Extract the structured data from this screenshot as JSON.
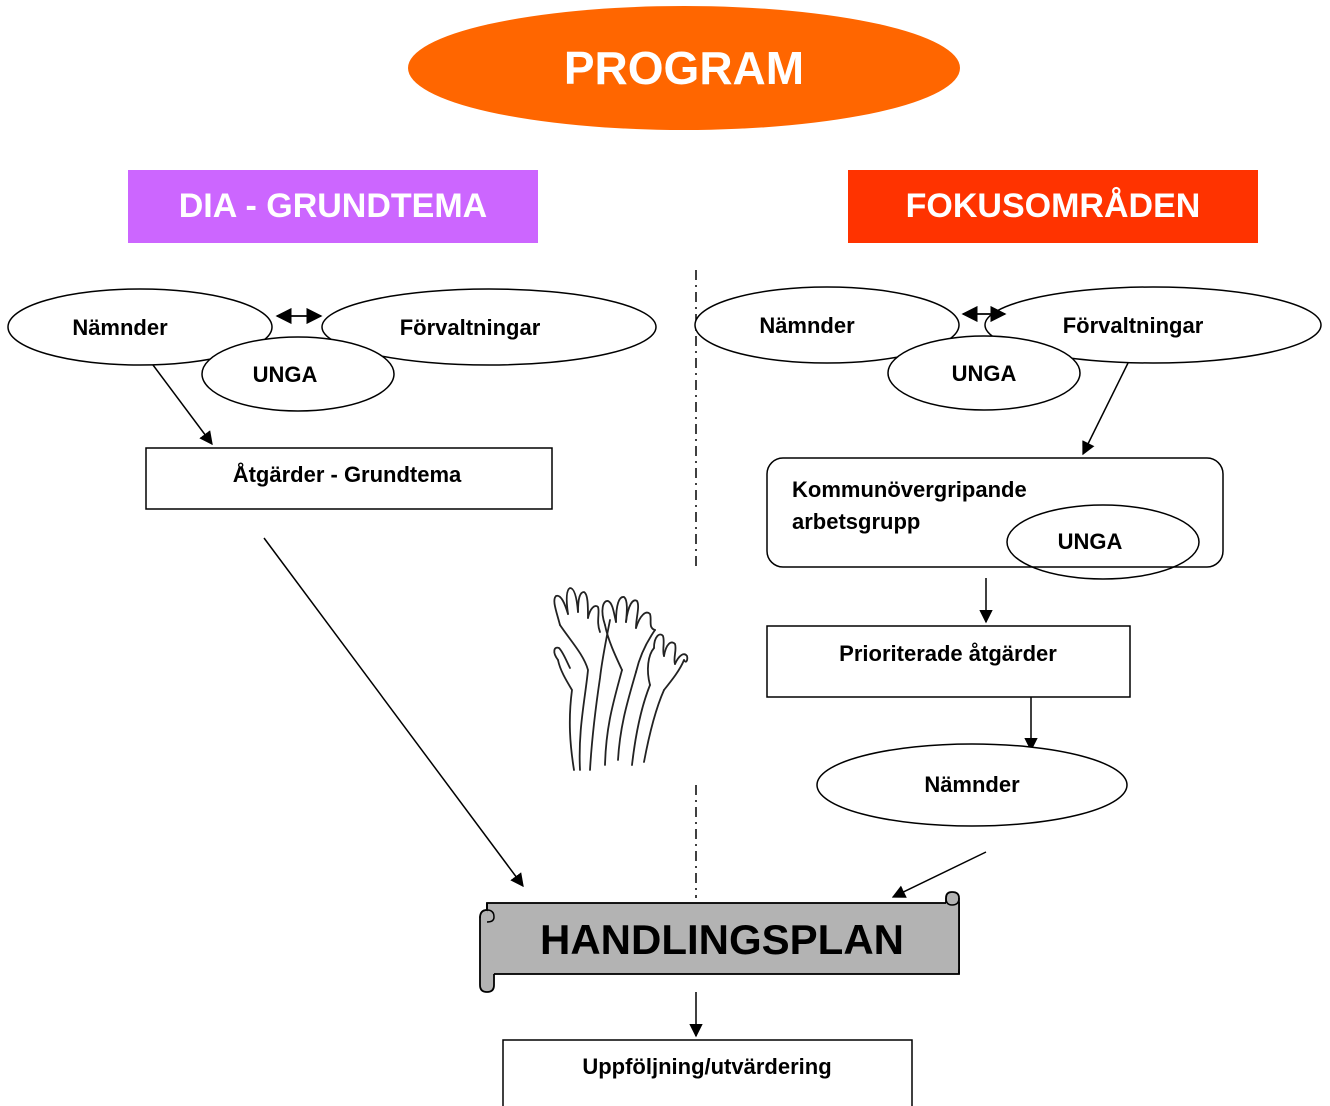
{
  "title": "PROGRAM",
  "colors": {
    "title_bg": "#ff6600",
    "left_header_bg": "#cc66ff",
    "right_header_bg": "#ff3300",
    "plan_bg": "#b3b3b3",
    "line": "#000000"
  },
  "left": {
    "header": "DIA - GRUNDTEMA",
    "namnder": "Nämnder",
    "forvaltningar": "Förvaltningar",
    "unga": "UNGA",
    "atgarder": "Åtgärder - Grundtema"
  },
  "right": {
    "header": "FOKUSOMRÅDEN",
    "namnder": "Nämnder",
    "forvaltningar": "Förvaltningar",
    "unga": "UNGA",
    "workgroup_line1": "Kommunövergripande",
    "workgroup_line2": "arbetsgrupp",
    "workgroup_unga": "UNGA",
    "prioriterade": "Prioriterade åtgärder",
    "namnder_bottom": "Nämnder"
  },
  "handlingsplan": "HANDLINGSPLAN",
  "uppfoljning": "Uppföljning/utvärdering",
  "decoration_icon": "raised-hands-icon"
}
